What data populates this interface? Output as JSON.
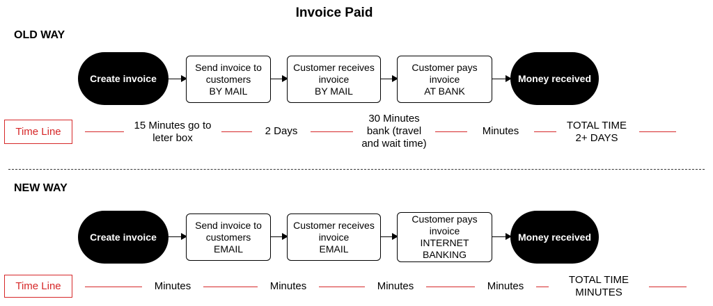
{
  "title": "Invoice Paid",
  "old_way": {
    "label": "OLD WAY",
    "start": "Create invoice",
    "steps": [
      "Send invoice to\ncustomers\nBY MAIL",
      "Customer receives\ninvoice\nBY MAIL",
      "Customer pays\ninvoice\nAT BANK"
    ],
    "end": "Money received",
    "timeline_label": "Time Line",
    "timeline": [
      "15 Minutes go to\nleter box",
      "2 Days",
      "30 Minutes\nbank (travel\nand wait time)",
      "Minutes",
      "TOTAL TIME\n2+ DAYS"
    ]
  },
  "new_way": {
    "label": "NEW WAY",
    "start": "Create invoice",
    "steps": [
      "Send invoice to\ncustomers\nEMAIL",
      "Customer receives\ninvoice\nEMAIL",
      "Customer pays\ninvoice\nINTERNET\nBANKING"
    ],
    "end": "Money received",
    "timeline_label": "Time Line",
    "timeline": [
      "Minutes",
      "Minutes",
      "Minutes",
      "Minutes",
      "TOTAL TIME\nMINUTES"
    ]
  },
  "colors": {
    "timeline_red": "#d62728",
    "pill_black": "#000000"
  }
}
